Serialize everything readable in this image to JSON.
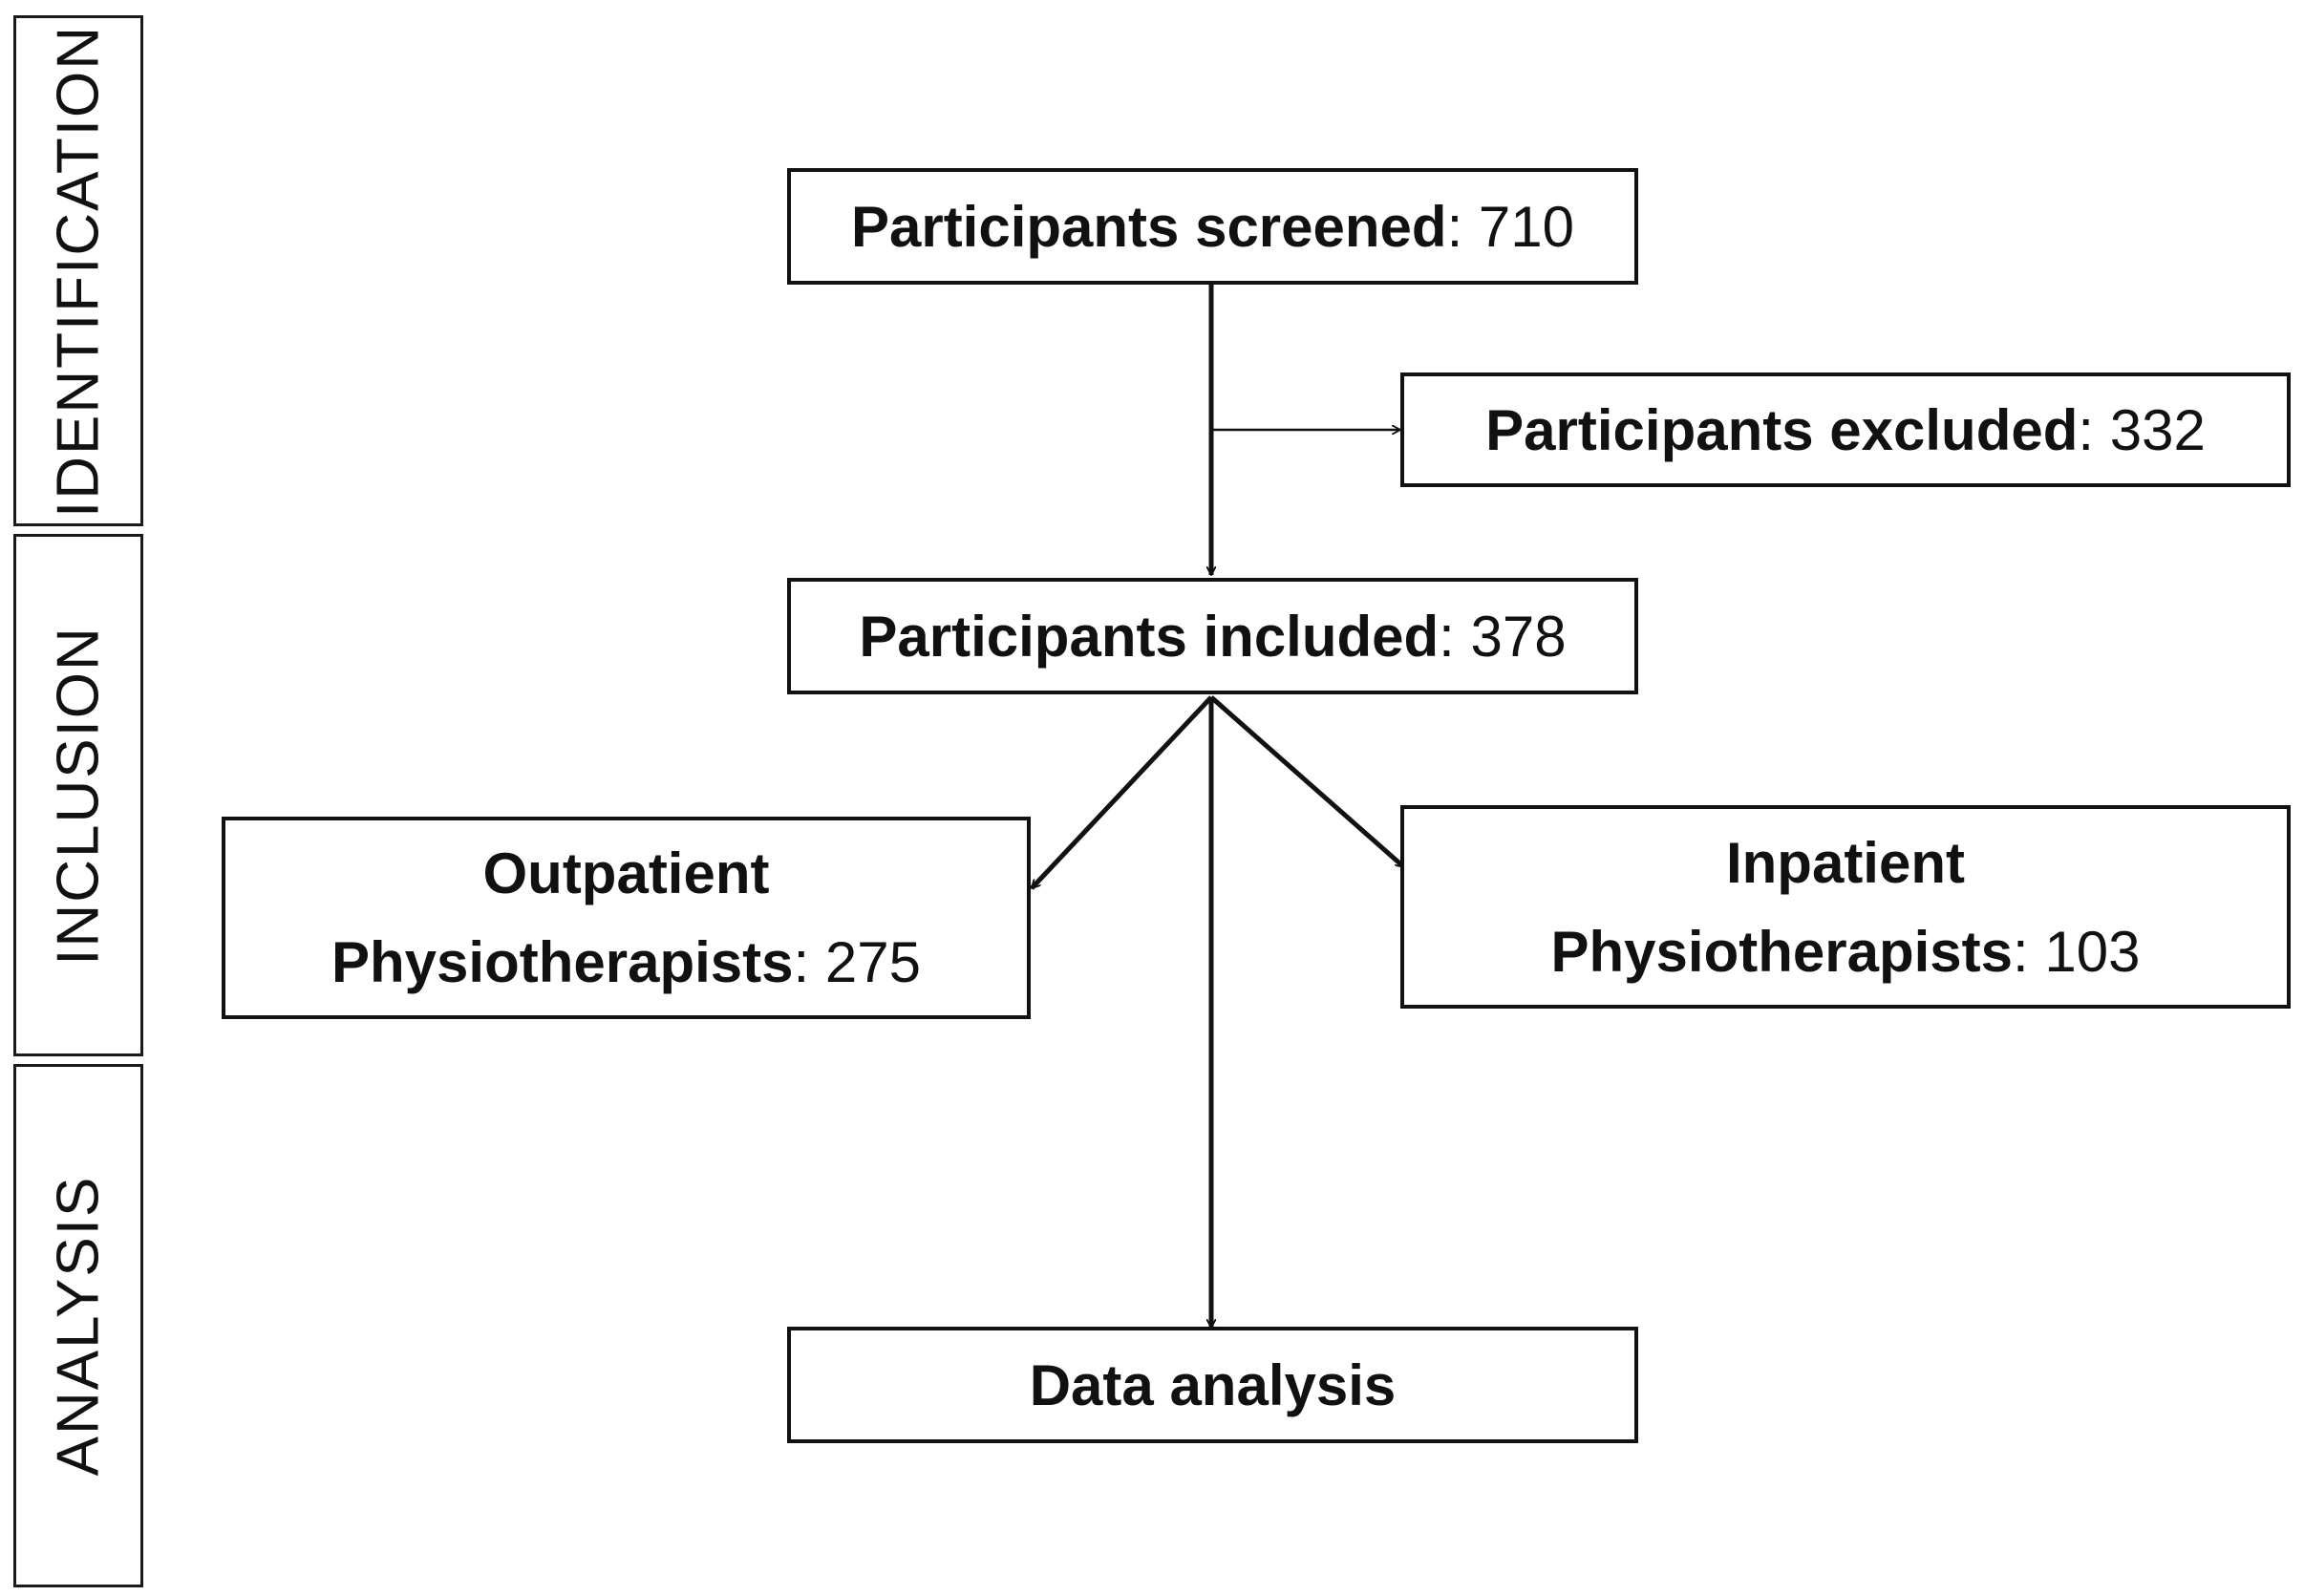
{
  "stages": [
    "IDENTIFICATION",
    "INCLUSION",
    "ANALYSIS"
  ],
  "nodes": {
    "screened": {
      "label": "Participants screened",
      "value": ": 710"
    },
    "excluded": {
      "label": "Participants excluded",
      "value": ": 332"
    },
    "included": {
      "label": "Participants included",
      "value": ": 378"
    },
    "outpatient": {
      "line1": "Outpatient",
      "label": "Physiotherapists",
      "value": ": 275"
    },
    "inpatient": {
      "line1": "Inpatient",
      "label": "Physiotherapists",
      "value": ": 103"
    },
    "analysis": {
      "label": "Data analysis"
    }
  }
}
